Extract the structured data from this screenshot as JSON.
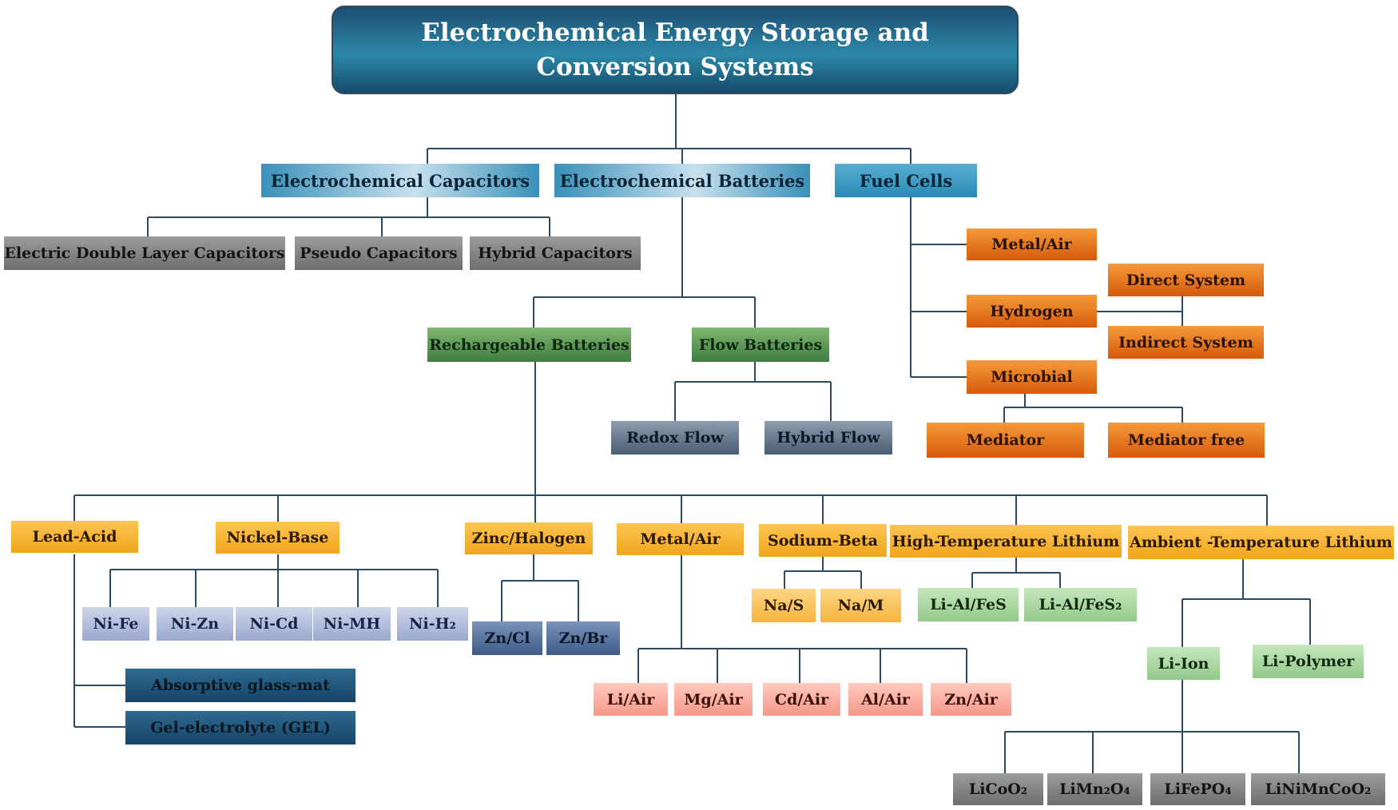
{
  "title_line1": "Electrochemical Energy Storage and",
  "title_line2": "Conversion Systems",
  "capacitors": {
    "label": "Electrochemical Capacitors",
    "edlc": "Electric Double Layer Capacitors",
    "pseudo": "Pseudo Capacitors",
    "hybrid": "Hybrid Capacitors"
  },
  "batteries": {
    "label": "Electrochemical Batteries",
    "rechargeable": "Rechargeable Batteries",
    "flow": "Flow Batteries",
    "redox_flow": "Redox Flow",
    "hybrid_flow": "Hybrid Flow",
    "lead_acid": {
      "label": "Lead-Acid",
      "agm": "Absorptive glass-mat",
      "gel": "Gel-electrolyte (GEL)"
    },
    "nickel": {
      "label": "Nickel-Base",
      "items": [
        "Ni-Fe",
        "Ni-Zn",
        "Ni-Cd",
        "Ni-MH",
        "Ni-H₂"
      ]
    },
    "zinc_halogen": {
      "label": "Zinc/Halogen",
      "items": [
        "Zn/Cl",
        "Zn/Br"
      ]
    },
    "metal_air": {
      "label": "Metal/Air",
      "items": [
        "Li/Air",
        "Mg/Air",
        "Cd/Air",
        "Al/Air",
        "Zn/Air"
      ]
    },
    "sodium_beta": {
      "label": "Sodium-Beta",
      "items": [
        "Na/S",
        "Na/M"
      ]
    },
    "high_temp_lithium": {
      "label": "High-Temperature Lithium",
      "items": [
        "Li-Al/FeS",
        "Li-Al/FeS₂"
      ]
    },
    "ambient_lithium": {
      "label": "Ambient -Temperature Lithium",
      "li_ion": "Li-Ion",
      "li_polymer": "Li-Polymer",
      "cathodes": [
        "LiCoO₂",
        "LiMn₂O₄",
        "LiFePO₄",
        "LiNiMnCoO₂"
      ]
    }
  },
  "fuel_cells": {
    "label": "Fuel Cells",
    "metal_air": "Metal/Air",
    "hydrogen": "Hydrogen",
    "direct": "Direct System",
    "indirect": "Indirect System",
    "microbial": "Microbial",
    "mediator": "Mediator",
    "mediator_free": "Mediator free"
  },
  "colors": {
    "connector": "#2b4a63",
    "title_fill": "#1d5a7e",
    "capacitor_children": "#7f7f7f",
    "rechargeable": "#4f8c4a",
    "fuel_cell_children": "#e0701a",
    "battery_types": "#f4ac28"
  }
}
